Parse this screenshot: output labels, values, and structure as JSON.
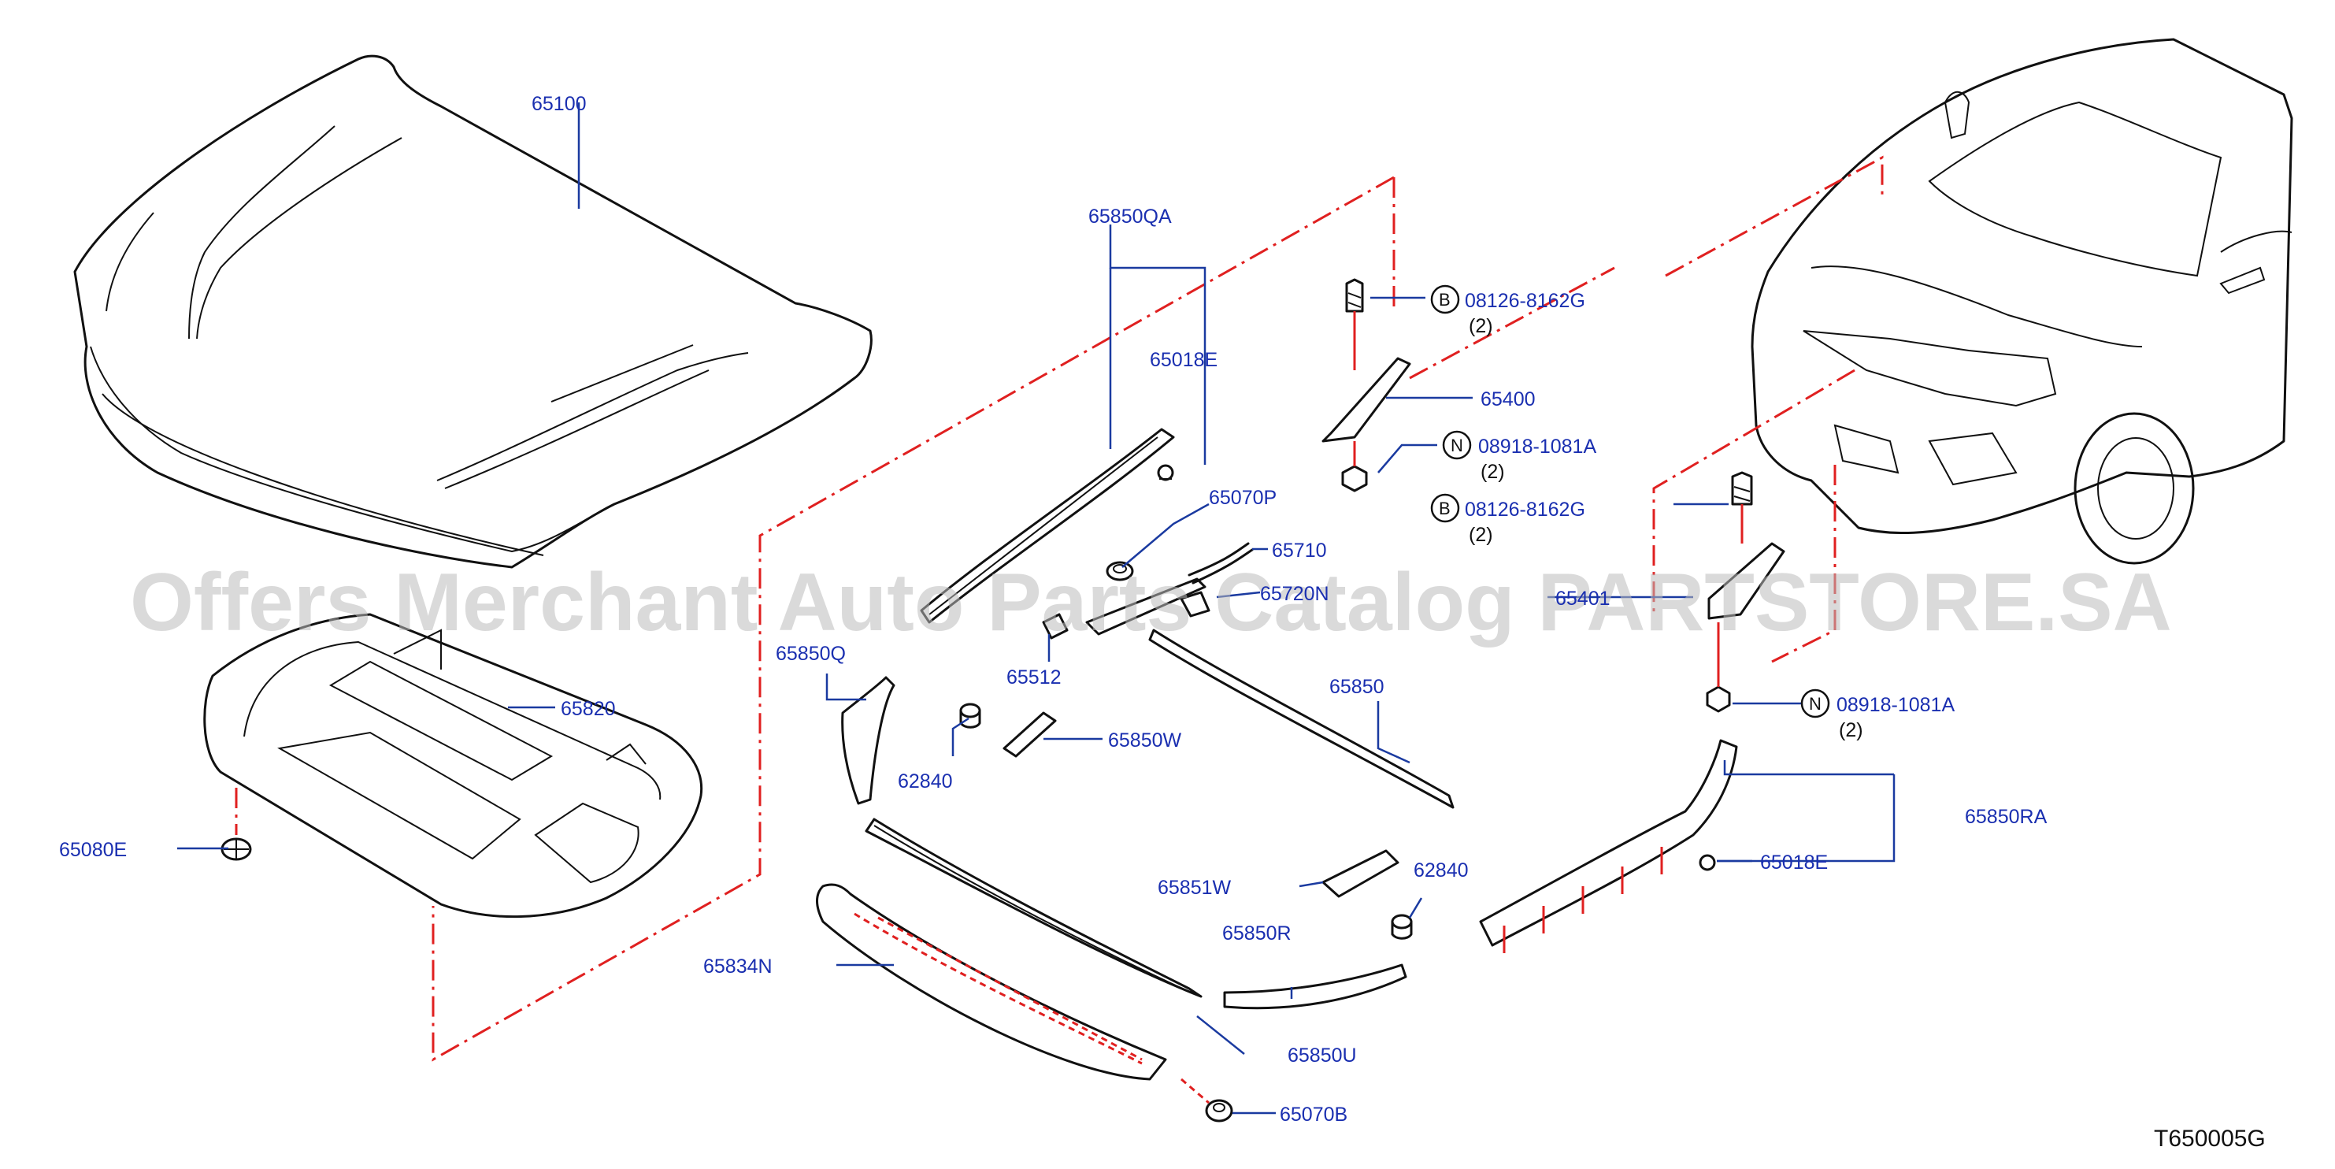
{
  "diagram": {
    "watermark": "Offers Merchant Auto Parts Catalog PARTSTORE.SA",
    "drawing_code": "T650005G",
    "callouts": {
      "p65100": "65100",
      "p65850QA": "65850QA",
      "p65018E_top": "65018E",
      "p65070P": "65070P",
      "p65710": "65710",
      "p65720N": "65720N",
      "p65512": "65512",
      "p65850": "65850",
      "p65850W": "65850W",
      "p65850Q": "65850Q",
      "p62840_left": "62840",
      "p65820": "65820",
      "p65080E": "65080E",
      "p65834N": "65834N",
      "p65850U": "65850U",
      "p65070B": "65070B",
      "p65851W": "65851W",
      "p62840_right": "62840",
      "p65850R": "65850R",
      "p65850RA": "65850RA",
      "p65018E_right": "65018E",
      "p65400": "65400",
      "p65401": "65401",
      "bolt_b1": "08126-8162G",
      "bolt_b1_qty": "(2)",
      "nut_n1": "08918-1081A",
      "nut_n1_qty": "(2)",
      "bolt_b2": "08126-8162G",
      "bolt_b2_qty": "(2)",
      "nut_n2": "08918-1081A",
      "nut_n2_qty": "(2)"
    },
    "markers": {
      "bolt": "B",
      "nut": "N"
    },
    "colors": {
      "label": "#1a2fb0",
      "leader": "#1a3aa0",
      "centerline": "#e02020",
      "linework": "#111111"
    }
  }
}
